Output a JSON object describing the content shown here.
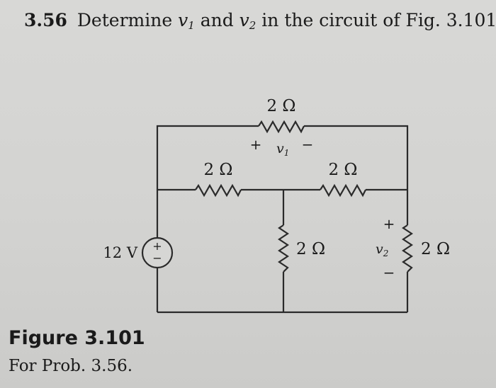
{
  "problem": {
    "number": "3.56",
    "text_before": "Determine",
    "var1": "v",
    "var1_sub": "1",
    "text_middle": "and",
    "var2": "v",
    "var2_sub": "2",
    "text_after": "in the circuit of Fig. 3.101."
  },
  "circuit": {
    "source": {
      "label": "12 V",
      "plus": "+",
      "minus": "−"
    },
    "resistors": {
      "top": "2 Ω",
      "middle_left": "2 Ω",
      "middle_right": "2 Ω",
      "center_vertical": "2 Ω",
      "right_vertical": "2 Ω"
    },
    "v1": {
      "plus": "+",
      "label": "v",
      "sub": "1",
      "minus": "−"
    },
    "v2": {
      "plus": "+",
      "label": "v",
      "sub": "2",
      "minus": "−"
    },
    "colors": {
      "wire": "#2a2a2a",
      "text": "#1a1a1a"
    }
  },
  "figure": {
    "title": "Figure 3.101",
    "caption": "For Prob. 3.56."
  }
}
